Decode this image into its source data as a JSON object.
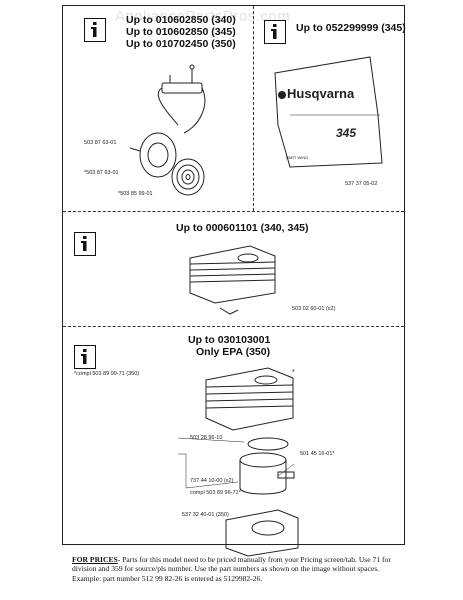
{
  "watermark": "AppliancePartsPros.com",
  "sections": {
    "carburetor": {
      "heading_lines": [
        "Up to 010602850 (340)",
        "Up to 010602850 (345)",
        "Up to 010702450 (350)"
      ],
      "callouts": [
        "503 87 63-01",
        "*503 87 63-01",
        "*503 85 99-01"
      ]
    },
    "decal": {
      "heading": "Up to 052299999 (345)",
      "brand": "Husqvarna",
      "model": "345",
      "part_label": "PART WING",
      "part_number": "537 37 05-02"
    },
    "cylinder_a": {
      "heading": "Up to 000601101 (340, 345)",
      "callout": "503 02 60-01 (x2)"
    },
    "cylinder_b": {
      "heading_line1": "Up to 030103001",
      "heading_line2": "Only EPA (350)",
      "compl_note": "*compl 503 89 99-71 (350)",
      "star": "*",
      "callouts": {
        "ring": "503 28 96-10",
        "pin": "501 45 16-01*",
        "piston": "737 44 10-00 (x2)",
        "compl": "compl 503 89 96-71*",
        "base": "537 32 40-01 (350)"
      }
    }
  },
  "footer": {
    "lead": "FOR PRICES",
    "text": "- Parts for this model need to be priced manually from your Pricing screen/tab. Use 71 for division and 359 for source/pls number. Use the part numbers as shown on the image without spaces. Example: part number 512 99 82-26 is entered as 5129982-26."
  },
  "icons": [
    "info-icon",
    "info-icon",
    "info-icon",
    "info-icon"
  ],
  "colors": {
    "ink": "#111111",
    "paper": "#ffffff"
  }
}
